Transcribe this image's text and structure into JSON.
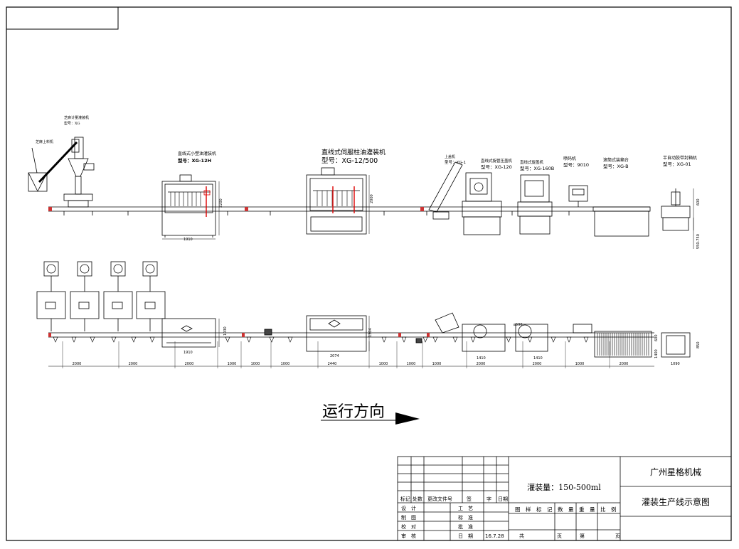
{
  "machines": [
    {
      "name": "芝麻上料机",
      "model": ""
    },
    {
      "name": "芝麻计量灌装机",
      "model": "型号：XG"
    },
    {
      "name": "直线式小塑油灌装机",
      "model": "型号：XG-12H"
    },
    {
      "name": "直线式伺服柱油灌装机",
      "model": "型号：XG-12/500"
    },
    {
      "name": "上盖机",
      "model": "型号：XG-1"
    },
    {
      "name": "直线式旋管压盖机",
      "model": "型号：XG-120"
    },
    {
      "name": "直线式旋盖机",
      "model": "型号：XG-160B"
    },
    {
      "name": "喷码机",
      "model": "型号：9010"
    },
    {
      "name": "滚筒式装箱台",
      "model": "型号：XG-B"
    },
    {
      "name": "半自动胶带封箱机",
      "model": "型号：XG-01"
    }
  ],
  "side_view_dims": {
    "filler1_w": "1910",
    "filler1_h": "2200",
    "filler2_h": "2000",
    "height_range": "550-750",
    "sealer_h": "600"
  },
  "plan_dims": {
    "filler1_w": "1910",
    "filler1_d": "1030",
    "filler2_w": "2074",
    "filler2_d": "1304",
    "capper1_w": "1410",
    "capper2_w": "1410",
    "capper_dia": "ø590",
    "side_a": "600",
    "side_b": "1400",
    "sealer_d": "850",
    "sealer_w": "1090",
    "segments": [
      "2000",
      "2000",
      "2000",
      "1000",
      "1000",
      "1000",
      "2440",
      "1000",
      "1000",
      "1000",
      "2000",
      "2000",
      "1000",
      "2000"
    ]
  },
  "direction": {
    "label": "运行方向"
  },
  "title_block": {
    "company": "广州星格机械",
    "drawing_title": "灌装生产线示意图",
    "capacity": "灌装量：150-500ml",
    "rev_headers": [
      "标记",
      "处数",
      "更改文件号",
      "签",
      "字",
      "日期"
    ],
    "left_rows": [
      "设　计",
      "制　图",
      "校　对",
      "审　核"
    ],
    "mid_rows": [
      "工　艺",
      "标　准",
      "批　准",
      "日　期"
    ],
    "date": "16.7.28",
    "grid_headers": [
      "图",
      "样",
      "标",
      "记",
      "数",
      "量",
      "重",
      "量",
      "比",
      "例"
    ],
    "sheet": [
      "共",
      "页",
      "第",
      "页"
    ]
  }
}
